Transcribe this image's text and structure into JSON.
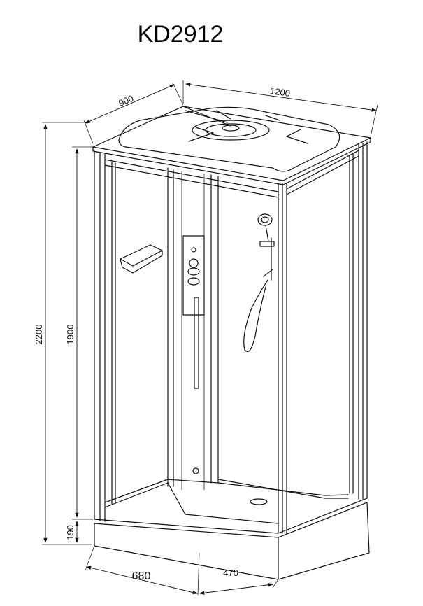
{
  "title": "KD2912",
  "dimensions": {
    "depth": "900",
    "width": "1200",
    "total_height": "2200",
    "glass_height": "1900",
    "base_height": "190",
    "door_width": "680",
    "side_width": "470"
  },
  "colors": {
    "line": "#111111",
    "background": "#ffffff"
  }
}
